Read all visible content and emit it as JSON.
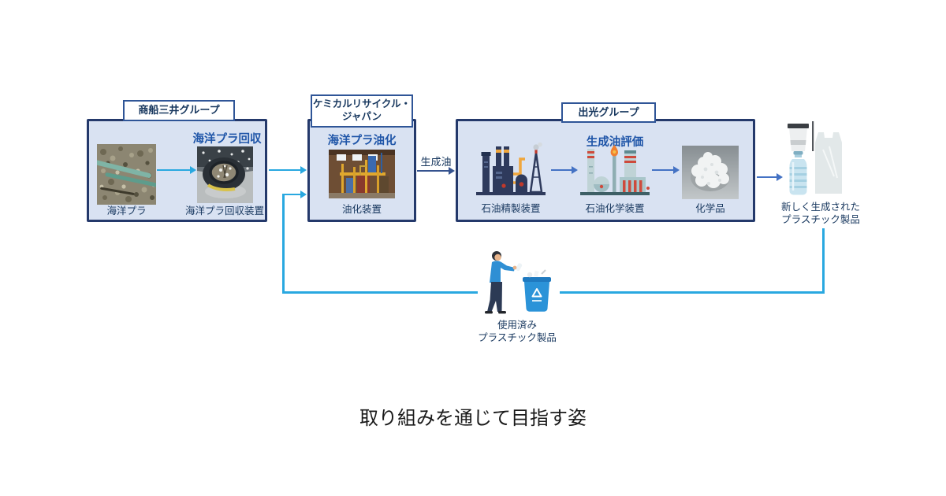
{
  "page": {
    "caption": "取り組みを通じて目指す姿"
  },
  "colors": {
    "box_fill": "#D9E2F2",
    "box_border": "#24396B",
    "chip_border": "#2F5597",
    "heading_blue": "#1F55A8",
    "text_navy": "#17375E",
    "cyan_arrow": "#29A8E0",
    "royal_arrow": "#4472C4",
    "oil_line": "#35538F"
  },
  "groups": {
    "mol": {
      "label": "商船三井グループ",
      "heading": "海洋プラ回収",
      "photo1_caption": "海洋プラ",
      "photo2_caption": "海洋プラ回収装置"
    },
    "crj": {
      "label_line1": "ケミカルリサイクル・",
      "label_line2": "ジャパン",
      "heading": "海洋プラ油化",
      "photo_caption": "油化装置"
    },
    "idemitsu": {
      "label": "出光グループ",
      "heading": "生成油評価",
      "refinery_caption": "石油精製装置",
      "petrochemical_caption": "石油化学装置",
      "chemicals_caption": "化学品"
    }
  },
  "connectors": {
    "generated_oil_label": "生成油"
  },
  "new_products": {
    "line1": "新しく生成された",
    "line2": "プラスチック製品"
  },
  "used_products": {
    "line1": "使用済み",
    "line2": "プラスチック製品"
  },
  "icons": {
    "refinery": "refinery-icon",
    "petrochemical": "petrochemical-plant-icon",
    "products": "plastic-products-icon",
    "recycling": "person-recycling-icon"
  }
}
